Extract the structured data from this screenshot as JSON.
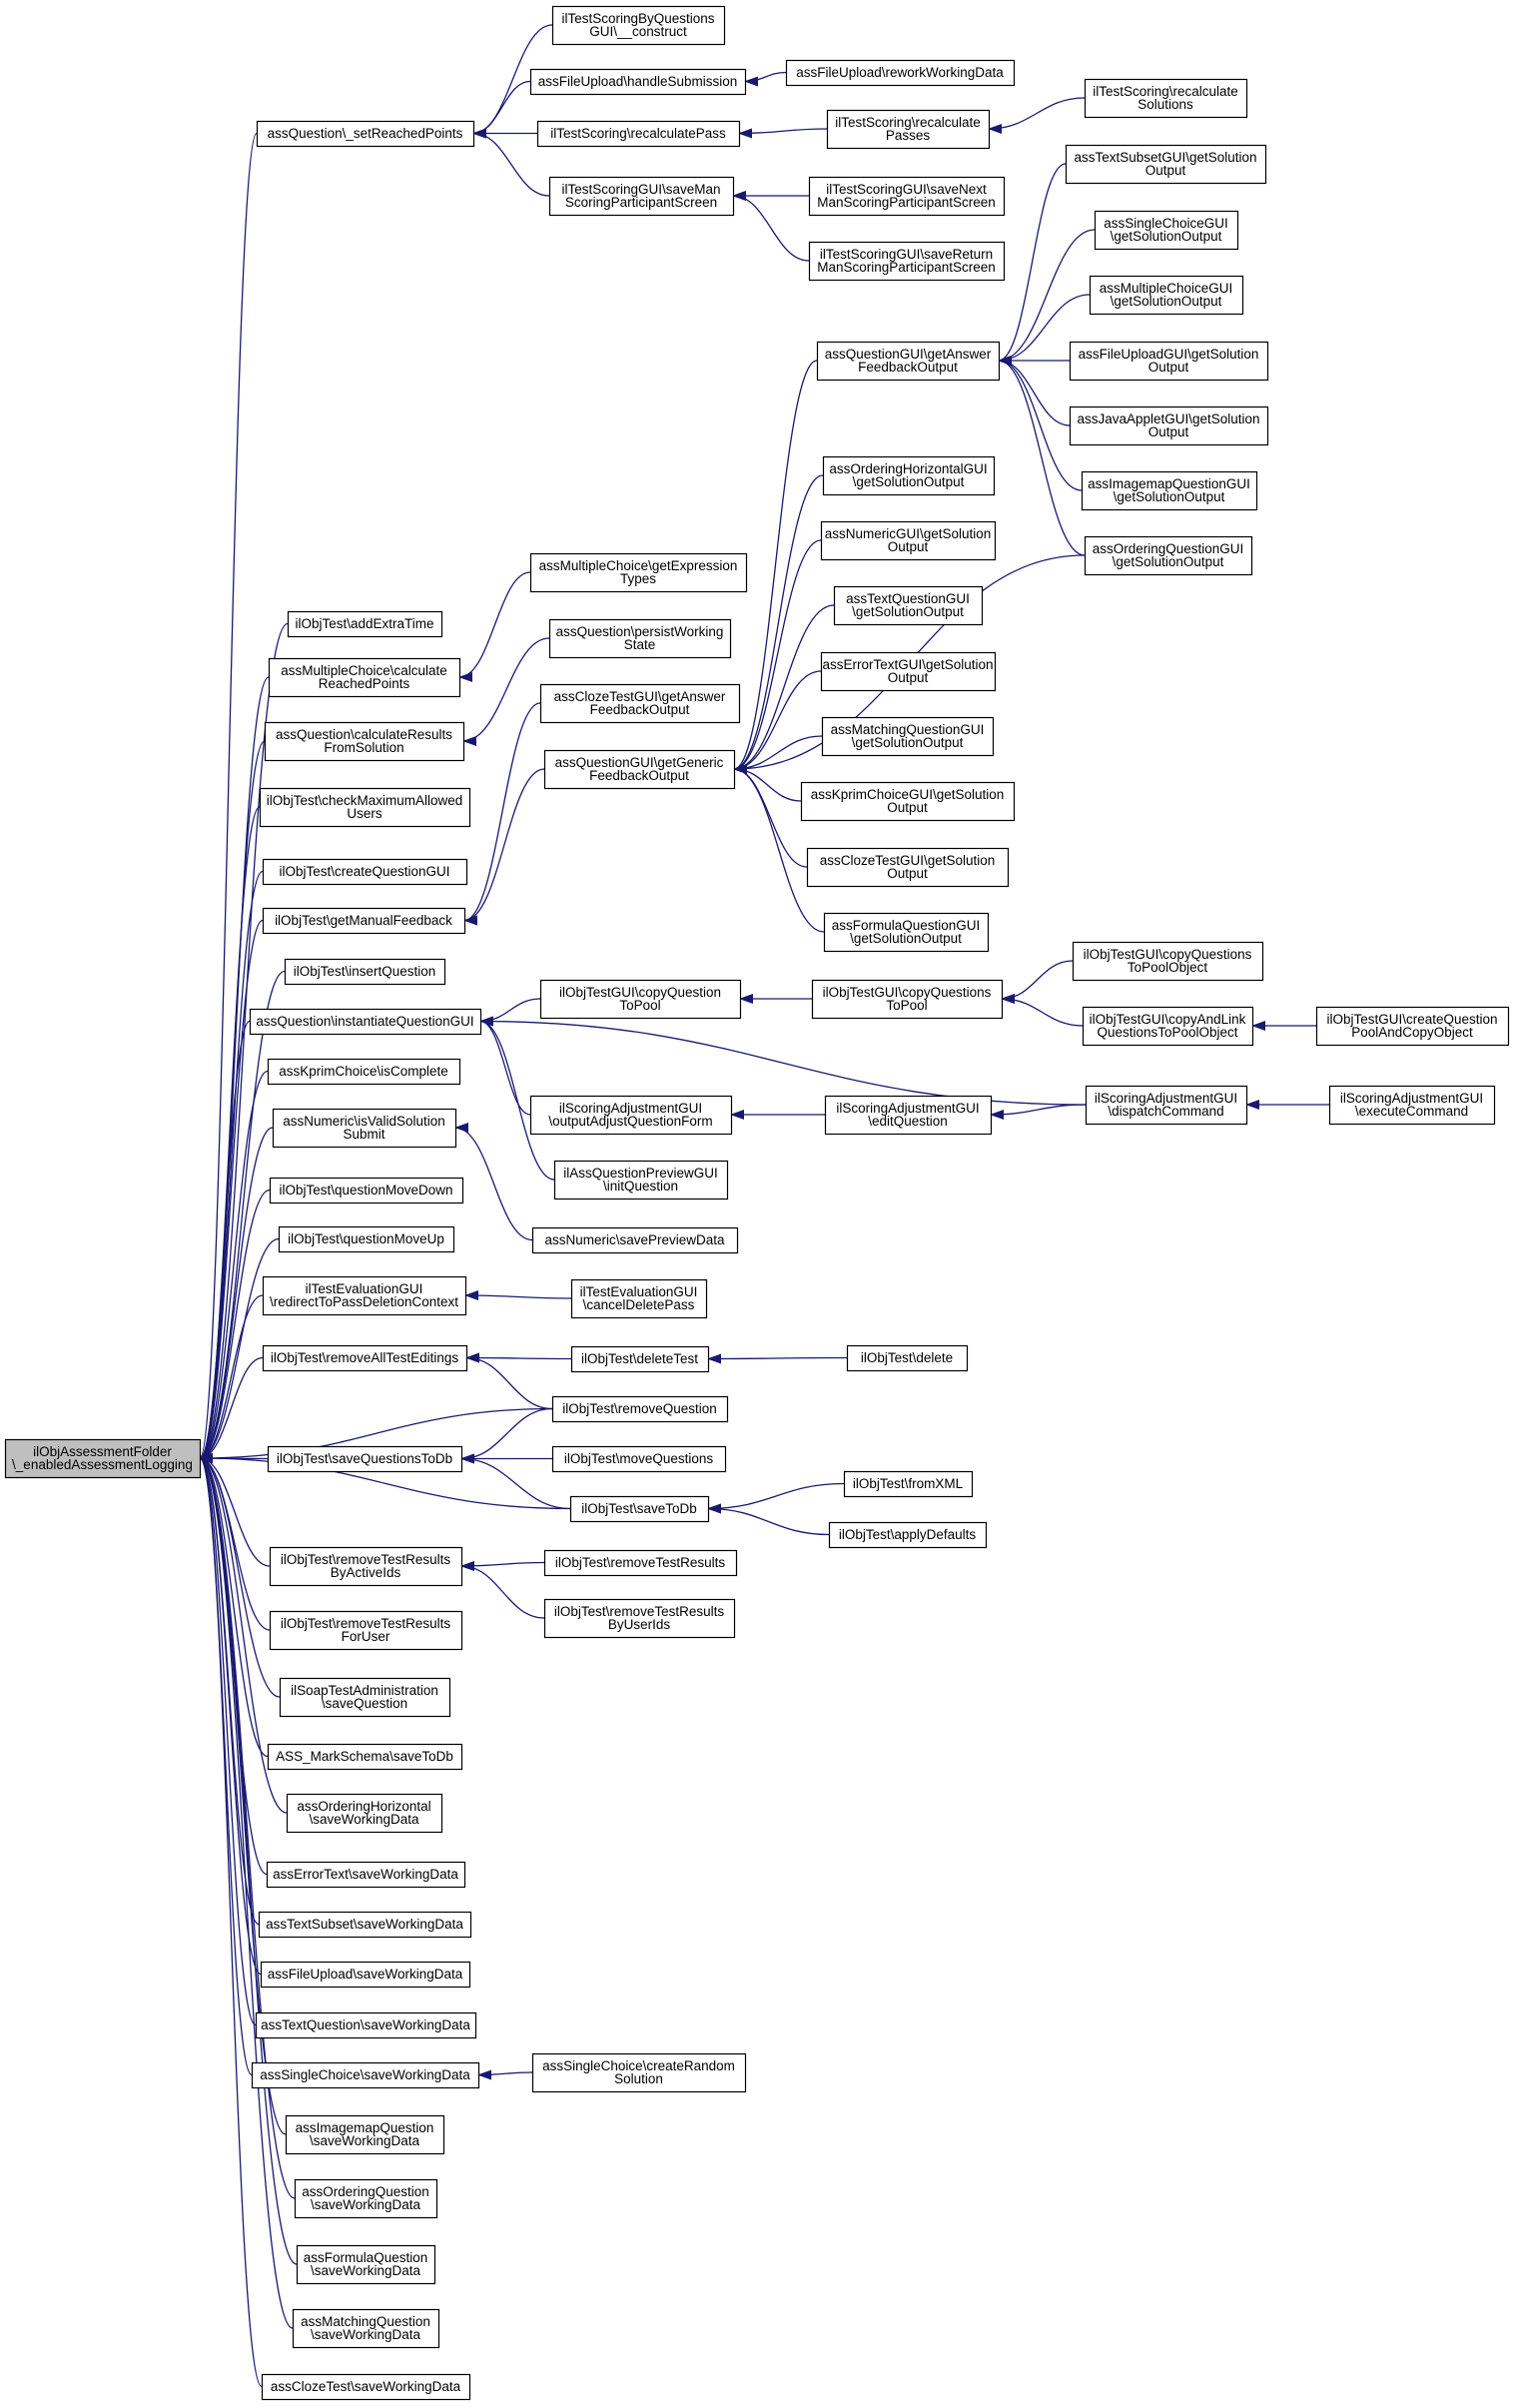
{
  "graph": {
    "type": "caller-graph",
    "colors": {
      "edge": "#191970",
      "node_fill": "#ffffff",
      "root_fill": "#bfbfbf",
      "node_border": "#000000"
    },
    "nodes": [
      {
        "id": "root",
        "lines": [
          "ilObjAssessmentFolder",
          "\\_enabledAssessmentLogging"
        ],
        "root": true
      },
      {
        "id": "setReachedPoints",
        "lines": [
          "assQuestion\\_setReachedPoints"
        ]
      },
      {
        "id": "addExtraTime",
        "lines": [
          "ilObjTest\\addExtraTime"
        ]
      },
      {
        "id": "mcCalcReached",
        "lines": [
          "assMultipleChoice\\calculate",
          "ReachedPoints"
        ]
      },
      {
        "id": "calcResultsFromSolution",
        "lines": [
          "assQuestion\\calculateResults",
          "FromSolution"
        ]
      },
      {
        "id": "checkMaxUsers",
        "lines": [
          "ilObjTest\\checkMaximumAllowed",
          "Users"
        ]
      },
      {
        "id": "createQuestionGUI",
        "lines": [
          "ilObjTest\\createQuestionGUI"
        ]
      },
      {
        "id": "getManualFeedback",
        "lines": [
          "ilObjTest\\getManualFeedback"
        ]
      },
      {
        "id": "insertQuestion",
        "lines": [
          "ilObjTest\\insertQuestion"
        ]
      },
      {
        "id": "instantiateQuestionGUI",
        "lines": [
          "assQuestion\\instantiateQuestionGUI"
        ]
      },
      {
        "id": "kprimIsComplete",
        "lines": [
          "assKprimChoice\\isComplete"
        ]
      },
      {
        "id": "numericIsValid",
        "lines": [
          "assNumeric\\isValidSolution",
          "Submit"
        ]
      },
      {
        "id": "moveDown",
        "lines": [
          "ilObjTest\\questionMoveDown"
        ]
      },
      {
        "id": "moveUp",
        "lines": [
          "ilObjTest\\questionMoveUp"
        ]
      },
      {
        "id": "redirectToPassDeletion",
        "lines": [
          "ilTestEvaluationGUI",
          "\\redirectToPassDeletionContext"
        ]
      },
      {
        "id": "removeAllTestEditings",
        "lines": [
          "ilObjTest\\removeAllTestEditings"
        ]
      },
      {
        "id": "saveQuestionsToDb",
        "lines": [
          "ilObjTest\\saveQuestionsToDb"
        ]
      },
      {
        "id": "removeTestResultsByActiveIds",
        "lines": [
          "ilObjTest\\removeTestResults",
          "ByActiveIds"
        ]
      },
      {
        "id": "removeTestResultsForUser",
        "lines": [
          "ilObjTest\\removeTestResults",
          "ForUser"
        ]
      },
      {
        "id": "soapSaveQuestion",
        "lines": [
          "ilSoapTestAdministration",
          "\\saveQuestion"
        ]
      },
      {
        "id": "markSchemaSave",
        "lines": [
          "ASS_MarkSchema\\saveToDb"
        ]
      },
      {
        "id": "orderingHorizSave",
        "lines": [
          "assOrderingHorizontal",
          "\\saveWorkingData"
        ]
      },
      {
        "id": "errorTextSave",
        "lines": [
          "assErrorText\\saveWorkingData"
        ]
      },
      {
        "id": "textSubsetSave",
        "lines": [
          "assTextSubset\\saveWorkingData"
        ]
      },
      {
        "id": "fileUploadSave",
        "lines": [
          "assFileUpload\\saveWorkingData"
        ]
      },
      {
        "id": "textQuestionSave",
        "lines": [
          "assTextQuestion\\saveWorkingData"
        ]
      },
      {
        "id": "singleChoiceSave",
        "lines": [
          "assSingleChoice\\saveWorkingData"
        ]
      },
      {
        "id": "imagemapSave",
        "lines": [
          "assImagemapQuestion",
          "\\saveWorkingData"
        ]
      },
      {
        "id": "orderingSave",
        "lines": [
          "assOrderingQuestion",
          "\\saveWorkingData"
        ]
      },
      {
        "id": "formulaSave",
        "lines": [
          "assFormulaQuestion",
          "\\saveWorkingData"
        ]
      },
      {
        "id": "matchingSave",
        "lines": [
          "assMatchingQuestion",
          "\\saveWorkingData"
        ]
      },
      {
        "id": "clozeSave",
        "lines": [
          "assClozeTest\\saveWorkingData"
        ]
      },
      {
        "id": "scoringByQuestionsConstruct",
        "lines": [
          "ilTestScoringByQuestions",
          "GUI\\__construct"
        ]
      },
      {
        "id": "fileUploadHandleSubmission",
        "lines": [
          "assFileUpload\\handleSubmission"
        ]
      },
      {
        "id": "recalculatePass",
        "lines": [
          "ilTestScoring\\recalculatePass"
        ]
      },
      {
        "id": "saveManScoring",
        "lines": [
          "ilTestScoringGUI\\saveMan",
          "ScoringParticipantScreen"
        ]
      },
      {
        "id": "mcGetExpressionTypes",
        "lines": [
          "assMultipleChoice\\getExpression",
          "Types"
        ]
      },
      {
        "id": "persistWorkingState",
        "lines": [
          "assQuestion\\persistWorking",
          "State"
        ]
      },
      {
        "id": "clozeGetAnswerFeedback",
        "lines": [
          "assClozeTestGUI\\getAnswer",
          "FeedbackOutput"
        ]
      },
      {
        "id": "getGenericFeedback",
        "lines": [
          "assQuestionGUI\\getGeneric",
          "FeedbackOutput"
        ]
      },
      {
        "id": "copyQuestionToPool",
        "lines": [
          "ilObjTestGUI\\copyQuestion",
          "ToPool"
        ]
      },
      {
        "id": "outputAdjustQuestionForm",
        "lines": [
          "ilScoringAdjustmentGUI",
          "\\outputAdjustQuestionForm"
        ]
      },
      {
        "id": "previewInitQuestion",
        "lines": [
          "ilAssQuestionPreviewGUI",
          "\\initQuestion"
        ]
      },
      {
        "id": "numericSavePreview",
        "lines": [
          "assNumeric\\savePreviewData"
        ]
      },
      {
        "id": "cancelDeletePass",
        "lines": [
          "ilTestEvaluationGUI",
          "\\cancelDeletePass"
        ]
      },
      {
        "id": "deleteTest",
        "lines": [
          "ilObjTest\\deleteTest"
        ]
      },
      {
        "id": "removeQuestion",
        "lines": [
          "ilObjTest\\removeQuestion"
        ]
      },
      {
        "id": "moveQuestions",
        "lines": [
          "ilObjTest\\moveQuestions"
        ]
      },
      {
        "id": "saveToDb",
        "lines": [
          "ilObjTest\\saveToDb"
        ]
      },
      {
        "id": "removeTestResults",
        "lines": [
          "ilObjTest\\removeTestResults"
        ]
      },
      {
        "id": "removeTestResultsByUserIds",
        "lines": [
          "ilObjTest\\removeTestResults",
          "ByUserIds"
        ]
      },
      {
        "id": "singleChoiceCreateRandom",
        "lines": [
          "assSingleChoice\\createRandom",
          "Solution"
        ]
      },
      {
        "id": "reworkWorkingData",
        "lines": [
          "assFileUpload\\reworkWorkingData"
        ]
      },
      {
        "id": "recalculatePasses",
        "lines": [
          "ilTestScoring\\recalculate",
          "Passes"
        ]
      },
      {
        "id": "saveNextMan",
        "lines": [
          "ilTestScoringGUI\\saveNext",
          "ManScoringParticipantScreen"
        ]
      },
      {
        "id": "saveReturnMan",
        "lines": [
          "ilTestScoringGUI\\saveReturn",
          "ManScoringParticipantScreen"
        ]
      },
      {
        "id": "getAnswerFeedback",
        "lines": [
          "assQuestionGUI\\getAnswer",
          "FeedbackOutput"
        ]
      },
      {
        "id": "orderingHorizGUISol",
        "lines": [
          "assOrderingHorizontalGUI",
          "\\getSolutionOutput"
        ]
      },
      {
        "id": "numericGUISol",
        "lines": [
          "assNumericGUI\\getSolution",
          "Output"
        ]
      },
      {
        "id": "textQuestionGUISol",
        "lines": [
          "assTextQuestionGUI",
          "\\getSolutionOutput"
        ]
      },
      {
        "id": "errorTextGUISol",
        "lines": [
          "assErrorTextGUI\\getSolution",
          "Output"
        ]
      },
      {
        "id": "matchingGUISol",
        "lines": [
          "assMatchingQuestionGUI",
          "\\getSolutionOutput"
        ]
      },
      {
        "id": "kprimGUISol",
        "lines": [
          "assKprimChoiceGUI\\getSolution",
          "Output"
        ]
      },
      {
        "id": "clozeGUISol",
        "lines": [
          "assClozeTestGUI\\getSolution",
          "Output"
        ]
      },
      {
        "id": "formulaGUISol",
        "lines": [
          "assFormulaQuestionGUI",
          "\\getSolutionOutput"
        ]
      },
      {
        "id": "copyQuestionsToPool",
        "lines": [
          "ilObjTestGUI\\copyQuestions",
          "ToPool"
        ]
      },
      {
        "id": "editQuestion",
        "lines": [
          "ilScoringAdjustmentGUI",
          "\\editQuestion"
        ]
      },
      {
        "id": "deleteTop",
        "lines": [
          "ilObjTest\\delete"
        ]
      },
      {
        "id": "fromXML",
        "lines": [
          "ilObjTest\\fromXML"
        ]
      },
      {
        "id": "applyDefaults",
        "lines": [
          "ilObjTest\\applyDefaults"
        ]
      },
      {
        "id": "recalculateSolutions",
        "lines": [
          "ilTestScoring\\recalculate",
          "Solutions"
        ]
      },
      {
        "id": "textSubsetGUISol",
        "lines": [
          "assTextSubsetGUI\\getSolution",
          "Output"
        ]
      },
      {
        "id": "singleChoiceGUISol",
        "lines": [
          "assSingleChoiceGUI",
          "\\getSolutionOutput"
        ]
      },
      {
        "id": "multipleChoiceGUISol",
        "lines": [
          "assMultipleChoiceGUI",
          "\\getSolutionOutput"
        ]
      },
      {
        "id": "fileUploadGUISol",
        "lines": [
          "assFileUploadGUI\\getSolution",
          "Output"
        ]
      },
      {
        "id": "javaAppletGUISol",
        "lines": [
          "assJavaAppletGUI\\getSolution",
          "Output"
        ]
      },
      {
        "id": "imagemapGUISol",
        "lines": [
          "assImagemapQuestionGUI",
          "\\getSolutionOutput"
        ]
      },
      {
        "id": "orderingGUISol",
        "lines": [
          "assOrderingQuestionGUI",
          "\\getSolutionOutput"
        ]
      },
      {
        "id": "copyQuestionsToPoolObject",
        "lines": [
          "ilObjTestGUI\\copyQuestions",
          "ToPoolObject"
        ]
      },
      {
        "id": "copyAndLink",
        "lines": [
          "ilObjTestGUI\\copyAndLink",
          "QuestionsToPoolObject"
        ]
      },
      {
        "id": "dispatchCommand",
        "lines": [
          "ilScoringAdjustmentGUI",
          "\\dispatchCommand"
        ]
      },
      {
        "id": "createQuestionPool",
        "lines": [
          "ilObjTestGUI\\createQuestion",
          "PoolAndCopyObject"
        ]
      },
      {
        "id": "executeCommand",
        "lines": [
          "ilScoringAdjustmentGUI",
          "\\executeCommand"
        ]
      }
    ],
    "edges": [
      [
        "setReachedPoints",
        "root"
      ],
      [
        "addExtraTime",
        "root"
      ],
      [
        "mcCalcReached",
        "root"
      ],
      [
        "calcResultsFromSolution",
        "root"
      ],
      [
        "checkMaxUsers",
        "root"
      ],
      [
        "createQuestionGUI",
        "root"
      ],
      [
        "getManualFeedback",
        "root"
      ],
      [
        "insertQuestion",
        "root"
      ],
      [
        "instantiateQuestionGUI",
        "root"
      ],
      [
        "kprimIsComplete",
        "root"
      ],
      [
        "numericIsValid",
        "root"
      ],
      [
        "moveDown",
        "root"
      ],
      [
        "moveUp",
        "root"
      ],
      [
        "redirectToPassDeletion",
        "root"
      ],
      [
        "removeAllTestEditings",
        "root"
      ],
      [
        "saveQuestionsToDb",
        "root"
      ],
      [
        "removeQuestion",
        "root"
      ],
      [
        "saveToDb",
        "root"
      ],
      [
        "removeTestResultsByActiveIds",
        "root"
      ],
      [
        "removeTestResultsForUser",
        "root"
      ],
      [
        "soapSaveQuestion",
        "root"
      ],
      [
        "markSchemaSave",
        "root"
      ],
      [
        "orderingHorizSave",
        "root"
      ],
      [
        "errorTextSave",
        "root"
      ],
      [
        "textSubsetSave",
        "root"
      ],
      [
        "fileUploadSave",
        "root"
      ],
      [
        "textQuestionSave",
        "root"
      ],
      [
        "singleChoiceSave",
        "root"
      ],
      [
        "imagemapSave",
        "root"
      ],
      [
        "orderingSave",
        "root"
      ],
      [
        "formulaSave",
        "root"
      ],
      [
        "matchingSave",
        "root"
      ],
      [
        "clozeSave",
        "root"
      ],
      [
        "scoringByQuestionsConstruct",
        "setReachedPoints"
      ],
      [
        "fileUploadHandleSubmission",
        "setReachedPoints"
      ],
      [
        "recalculatePass",
        "setReachedPoints"
      ],
      [
        "saveManScoring",
        "setReachedPoints"
      ],
      [
        "reworkWorkingData",
        "fileUploadHandleSubmission"
      ],
      [
        "recalculatePasses",
        "recalculatePass"
      ],
      [
        "recalculateSolutions",
        "recalculatePasses"
      ],
      [
        "saveNextMan",
        "saveManScoring"
      ],
      [
        "saveReturnMan",
        "saveManScoring"
      ],
      [
        "mcGetExpressionTypes",
        "mcCalcReached"
      ],
      [
        "persistWorkingState",
        "calcResultsFromSolution"
      ],
      [
        "clozeGetAnswerFeedback",
        "getManualFeedback"
      ],
      [
        "getGenericFeedback",
        "getManualFeedback"
      ],
      [
        "getAnswerFeedback",
        "getGenericFeedback"
      ],
      [
        "orderingHorizGUISol",
        "getGenericFeedback"
      ],
      [
        "numericGUISol",
        "getGenericFeedback"
      ],
      [
        "textQuestionGUISol",
        "getGenericFeedback"
      ],
      [
        "errorTextGUISol",
        "getGenericFeedback"
      ],
      [
        "matchingGUISol",
        "getGenericFeedback"
      ],
      [
        "kprimGUISol",
        "getGenericFeedback"
      ],
      [
        "clozeGUISol",
        "getGenericFeedback"
      ],
      [
        "formulaGUISol",
        "getGenericFeedback"
      ],
      [
        "orderingGUISol",
        "getGenericFeedback"
      ],
      [
        "textSubsetGUISol",
        "getAnswerFeedback"
      ],
      [
        "singleChoiceGUISol",
        "getAnswerFeedback"
      ],
      [
        "multipleChoiceGUISol",
        "getAnswerFeedback"
      ],
      [
        "fileUploadGUISol",
        "getAnswerFeedback"
      ],
      [
        "javaAppletGUISol",
        "getAnswerFeedback"
      ],
      [
        "imagemapGUISol",
        "getAnswerFeedback"
      ],
      [
        "orderingGUISol",
        "getAnswerFeedback"
      ],
      [
        "copyQuestionToPool",
        "instantiateQuestionGUI"
      ],
      [
        "outputAdjustQuestionForm",
        "instantiateQuestionGUI"
      ],
      [
        "previewInitQuestion",
        "instantiateQuestionGUI"
      ],
      [
        "dispatchCommand",
        "instantiateQuestionGUI"
      ],
      [
        "copyQuestionsToPool",
        "copyQuestionToPool"
      ],
      [
        "copyQuestionsToPoolObject",
        "copyQuestionsToPool"
      ],
      [
        "copyAndLink",
        "copyQuestionsToPool"
      ],
      [
        "createQuestionPool",
        "copyAndLink"
      ],
      [
        "editQuestion",
        "outputAdjustQuestionForm"
      ],
      [
        "dispatchCommand",
        "editQuestion"
      ],
      [
        "executeCommand",
        "dispatchCommand"
      ],
      [
        "numericSavePreview",
        "numericIsValid"
      ],
      [
        "cancelDeletePass",
        "redirectToPassDeletion"
      ],
      [
        "deleteTest",
        "removeAllTestEditings"
      ],
      [
        "removeQuestion",
        "removeAllTestEditings"
      ],
      [
        "deleteTop",
        "deleteTest"
      ],
      [
        "removeQuestion",
        "saveQuestionsToDb"
      ],
      [
        "moveQuestions",
        "saveQuestionsToDb"
      ],
      [
        "saveToDb",
        "saveQuestionsToDb"
      ],
      [
        "fromXML",
        "saveToDb"
      ],
      [
        "applyDefaults",
        "saveToDb"
      ],
      [
        "removeTestResults",
        "removeTestResultsByActiveIds"
      ],
      [
        "removeTestResultsByUserIds",
        "removeTestResultsByActiveIds"
      ],
      [
        "singleChoiceCreateRandom",
        "singleChoiceSave"
      ]
    ]
  }
}
